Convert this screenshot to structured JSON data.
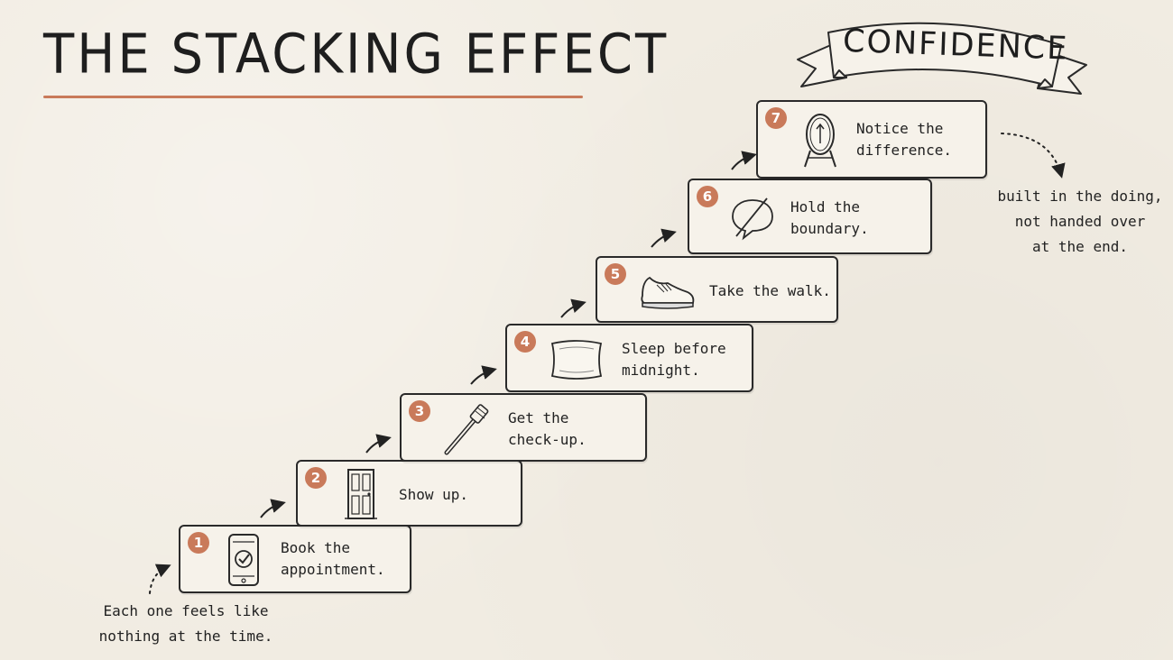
{
  "title": "THE STACKING EFFECT",
  "banner": "CONFIDENCE",
  "colors": {
    "accent": "#c97a5a",
    "ink": "#222222",
    "paper": "#f1ece2"
  },
  "steps": [
    {
      "number": "1",
      "icon": "smartphone-check-icon",
      "lines": [
        "Book the",
        "appointment."
      ]
    },
    {
      "number": "2",
      "icon": "door-icon",
      "lines": [
        "Show up."
      ]
    },
    {
      "number": "3",
      "icon": "toothbrush-icon",
      "lines": [
        "Get the",
        "check-up."
      ]
    },
    {
      "number": "4",
      "icon": "pillow-icon",
      "lines": [
        "Sleep before",
        "midnight."
      ]
    },
    {
      "number": "5",
      "icon": "sneaker-icon",
      "lines": [
        "Take the walk."
      ]
    },
    {
      "number": "6",
      "icon": "no-speech-icon",
      "lines": [
        "Hold the",
        "boundary."
      ]
    },
    {
      "number": "7",
      "icon": "mirror-icon",
      "lines": [
        "Notice the",
        "difference."
      ]
    }
  ],
  "notes": {
    "bottom": [
      "Each one feels like",
      "nothing at the time."
    ],
    "right": [
      "built in the doing,",
      "not handed over",
      "at the end."
    ]
  }
}
